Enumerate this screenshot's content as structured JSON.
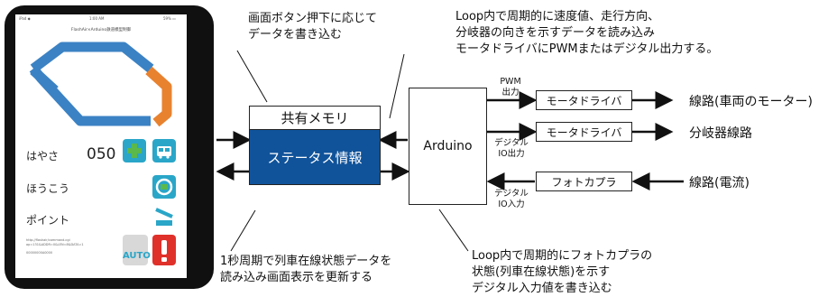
{
  "tablet": {
    "status_left": "iPad ◆",
    "status_center": "1:00 AM",
    "status_right": "59% ▭",
    "app_title": "FlashAir×Arduino鉄道模型制御",
    "speed_label": "はやさ",
    "speed_value": "050",
    "direction_label": "ほうこう",
    "point_label": "ポイント",
    "url_line1": "http://flashair/command.cgi",
    "url_line2": "op=131&ADDR=0&LEN=8&DATA=1",
    "url_line3": "00000000A0000",
    "auto_label": "AUTO",
    "colors": {
      "track_blue": "#3b82c4",
      "track_orange": "#e8822f",
      "icon_teal": "#2aa6c8",
      "icon_green": "#5bb84a",
      "alert_red": "#e0302a"
    }
  },
  "notes": {
    "write_line1": "画面ボタン押下に応じて",
    "write_line2": "データを書き込む",
    "read_line1": "1秒周期で列車在線状態データを",
    "read_line2": "読み込み画面表示を更新する",
    "loop_read_line1": "Loop内で周期的に速度値、走行方向、",
    "loop_read_line2": "分岐器の向きを示すデータを読み込み",
    "loop_read_line3": "モータドライバにPWMまたはデジタル出力する。",
    "loop_write_line1": "Loop内で周期的にフォトカプラの",
    "loop_write_line2": "状態(列車在線状態)を示す",
    "loop_write_line3": "デジタル入力値を書き込む"
  },
  "memory": {
    "title": "共有メモリ",
    "status": "ステータス情報",
    "color": "#10539a"
  },
  "arduino": {
    "label": "Arduino"
  },
  "connections": {
    "pwm_line1": "PWM",
    "pwm_line2": "出力",
    "dout_line1": "デジタル",
    "dout_line2": "IO出力",
    "din_line1": "デジタル",
    "din_line2": "IO入力"
  },
  "drivers": {
    "motor_driver_1": "モータドライバ",
    "motor_driver_2": "モータドライバ",
    "photocoupler": "フォトカプラ"
  },
  "outputs": {
    "rail_train_motor": "線路(車両のモーター)",
    "turnout_rail": "分岐器線路",
    "rail_current": "線路(電流)"
  }
}
